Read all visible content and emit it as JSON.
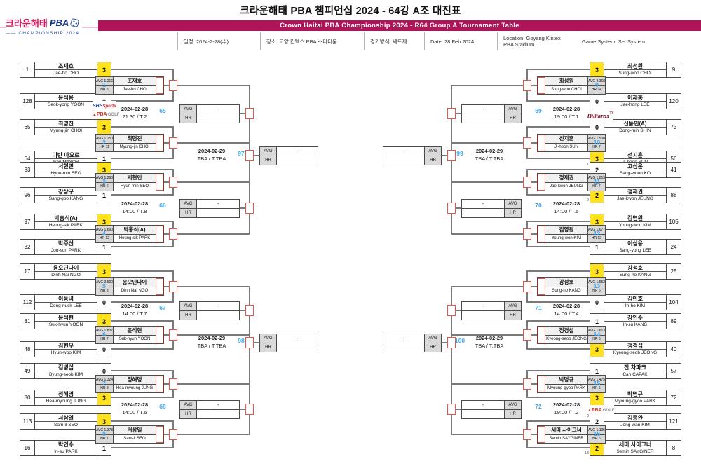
{
  "header": {
    "logo": {
      "brand_kr": "크라운해태",
      "brand_en": "PBA",
      "sub": "CHAMPIONSHIP 2024"
    },
    "title": "크라운해태 PBA 챔피언십 2024 - 64강 A조 대진표",
    "banner": "Crown Haitai PBA Championship 2024 - R64 Group A Tournament Table",
    "info": [
      "일정: 2024-2-28(수)",
      "장소: 고양 킨텍스 PBA 스타디움",
      "경기방식: 세트제",
      "Date: 28 Feb 2024",
      "Location: Goyang Kintex PBA Stadium",
      "Game System: Set System"
    ]
  },
  "logos": {
    "sbs_a": "SBS",
    "sbs_b": "Sports",
    "pba_a": "PBA",
    "pba_b": "GOLF",
    "btv_a": "Billiards",
    "btv_b": "TV"
  },
  "labels": {
    "avg": "AVG",
    "hr": "HR",
    "empty": "-"
  },
  "colors": {
    "accent": "#b01458",
    "winner": "#ffe11c",
    "match_number": "#3fa9f5",
    "connector_red": "#e2574c"
  },
  "round1": [
    {
      "no": "1",
      "p1": {
        "seed": "1",
        "kr": "조재호",
        "en": "Jae-ho CHO",
        "score": "3",
        "win": true
      },
      "p2": {
        "seed": "128",
        "kr": "윤석용",
        "en": "Seok-yong YOON",
        "score": "0",
        "win": false
      }
    },
    {
      "no": "2",
      "p1": {
        "seed": "65",
        "kr": "최명진",
        "en": "Myung-jin CHOI",
        "score": "3",
        "win": true
      },
      "p2": {
        "seed": "64",
        "kr": "이반 마요르",
        "en": "Ivan MAYOR",
        "score": "1",
        "win": false
      }
    },
    {
      "no": "3",
      "p1": {
        "seed": "33",
        "kr": "서현민",
        "en": "Hyun-min SEO",
        "score": "3",
        "win": true
      },
      "p2": {
        "seed": "96",
        "kr": "강상구",
        "en": "Sang-goo KANG",
        "score": "1",
        "win": false
      }
    },
    {
      "no": "4",
      "p1": {
        "seed": "97",
        "kr": "박홍식(A)",
        "en": "Heung-sik PARK",
        "score": "3",
        "win": true
      },
      "p2": {
        "seed": "32",
        "kr": "박주선",
        "en": "Joo-sun PARK",
        "score": "1",
        "win": false
      }
    },
    {
      "no": "5",
      "p1": {
        "seed": "17",
        "kr": "응오딘나이",
        "en": "Dinh Nai NGO",
        "score": "3",
        "win": true
      },
      "p2": {
        "seed": "112",
        "kr": "이동녁",
        "en": "Dong-nuck LEE",
        "score": "0",
        "win": false
      }
    },
    {
      "no": "6",
      "p1": {
        "seed": "81",
        "kr": "윤석현",
        "en": "Suk-hyun YOON",
        "score": "3",
        "win": true
      },
      "p2": {
        "seed": "48",
        "kr": "김현우",
        "en": "Hyun-woo KIM",
        "score": "0",
        "win": false
      }
    },
    {
      "no": "7",
      "p1": {
        "seed": "49",
        "kr": "김병섭",
        "en": "Byung-seob KIM",
        "score": "0",
        "win": false
      },
      "p2": {
        "seed": "80",
        "kr": "정해명",
        "en": "Hea-myoung JUNG",
        "score": "3",
        "win": true
      }
    },
    {
      "no": "8",
      "p1": {
        "seed": "113",
        "kr": "서삼일",
        "en": "Sam-il SEO",
        "score": "3",
        "win": true
      },
      "p2": {
        "seed": "16",
        "kr": "박인수",
        "en": "In-su PARK",
        "score": "1",
        "win": false
      }
    },
    {
      "no": "9",
      "p1": {
        "seed": "9",
        "kr": "최성원",
        "en": "Sung-won CHOI",
        "score": "3",
        "win": true
      },
      "p2": {
        "seed": "120",
        "kr": "이재홍",
        "en": "Jae-hong LEE",
        "score": "0",
        "win": false
      }
    },
    {
      "no": "10",
      "p1": {
        "seed": "73",
        "kr": "신동민(A)",
        "en": "Dong-min SHIN",
        "score": "0",
        "win": false
      },
      "p2": {
        "seed": "56",
        "kr": "선지훈",
        "en": "Ji-hoon SUN",
        "score": "3",
        "win": true
      }
    },
    {
      "no": "11",
      "p1": {
        "seed": "41",
        "kr": "고상운",
        "en": "Sang-woon KO",
        "score": "2",
        "win": false,
        "so": "1"
      },
      "p2": {
        "seed": "88",
        "kr": "정재권",
        "en": "Jae-kwon JEUNG",
        "score": "2",
        "win": true,
        "so": "2"
      }
    },
    {
      "no": "12",
      "p1": {
        "seed": "105",
        "kr": "김영원",
        "en": "Young-won KIM",
        "score": "3",
        "win": true
      },
      "p2": {
        "seed": "24",
        "kr": "이상용",
        "en": "Sang-yong LEE",
        "score": "1",
        "win": false
      }
    },
    {
      "no": "13",
      "p1": {
        "seed": "25",
        "kr": "강성호",
        "en": "Sung-ho KANG",
        "score": "3",
        "win": true
      },
      "p2": {
        "seed": "104",
        "kr": "김인호",
        "en": "In-ho KIM",
        "score": "0",
        "win": false
      }
    },
    {
      "no": "14",
      "p1": {
        "seed": "89",
        "kr": "강인수",
        "en": "In-su KANG",
        "score": "1",
        "win": false
      },
      "p2": {
        "seed": "40",
        "kr": "정경섭",
        "en": "Kyeong-seob JEONG",
        "score": "3",
        "win": true
      }
    },
    {
      "no": "15",
      "p1": {
        "seed": "57",
        "kr": "잔 차파크",
        "en": "Can CAPAK",
        "score": "1",
        "win": false
      },
      "p2": {
        "seed": "72",
        "kr": "박명규",
        "en": "Myoung-gyoo PARK",
        "score": "3",
        "win": true
      }
    },
    {
      "no": "16",
      "p1": {
        "seed": "121",
        "kr": "김종완",
        "en": "Jong-wan KIM",
        "score": "2",
        "win": false,
        "so": "9"
      },
      "p2": {
        "seed": "8",
        "kr": "세미 사이그너",
        "en": "Semih SAYGINER",
        "score": "2",
        "win": true,
        "so": "13"
      }
    }
  ],
  "winners": [
    {
      "avg": "AVG 1.216",
      "hr": "HR 5",
      "kr": "조재호",
      "en": "Jae-ho CHO"
    },
    {
      "avg": "AVG 1.750",
      "hr": "HR 11",
      "kr": "최명진",
      "en": "Myung-jin CHOI"
    },
    {
      "avg": "AVG 1.293",
      "hr": "HR 6",
      "kr": "서현민",
      "en": "Hyun-min SEO"
    },
    {
      "avg": "AVG 1.690",
      "hr": "HR 12",
      "kr": "박홍식(A)",
      "en": "Heung-sik PARK"
    },
    {
      "avg": "AVG 2.500",
      "hr": "HR 8",
      "kr": "응오딘나이",
      "en": "Dinh Nai NGO"
    },
    {
      "avg": "AVG 1.807",
      "hr": "HR 7",
      "kr": "윤석현",
      "en": "Suk-hyun YOON"
    },
    {
      "avg": "AVG 1.324",
      "hr": "HR 8",
      "kr": "정해명",
      "en": "Hea-myoung JUNG"
    },
    {
      "avg": "AVG 1.378",
      "hr": "HR 7",
      "kr": "서삼일",
      "en": "Sam-il SEO"
    },
    {
      "avg": "AVG 2.368",
      "hr": "HR 14",
      "kr": "최성원",
      "en": "Sung-won CHOI"
    },
    {
      "avg": "AVG 1.500",
      "hr": "HR 7",
      "kr": "선지훈",
      "en": "Ji-hoon SUN"
    },
    {
      "avg": "AVG 1.815",
      "hr": "HR 7",
      "kr": "정재권",
      "en": "Jae-kwon JEUNG"
    },
    {
      "avg": "AVG 1.677",
      "hr": "HR 12",
      "kr": "김영원",
      "en": "Young-won KIM"
    },
    {
      "avg": "AVG 1.552",
      "hr": "HR 6",
      "kr": "강성호",
      "en": "Sung-ho KANG"
    },
    {
      "avg": "AVG 1.613",
      "hr": "HR 6",
      "kr": "정경섭",
      "en": "Kyeong-seob JEONG"
    },
    {
      "avg": "AVG 1.475",
      "hr": "HR 6",
      "kr": "박명규",
      "en": "Myoung-gyoo PARK"
    },
    {
      "avg": "AVG 1.195",
      "hr": "HR 6",
      "kr": "세미 사이그너",
      "en": "Semih SAYGINER"
    }
  ],
  "round2": [
    {
      "no": "65",
      "date": "2024-02-28",
      "time": "21:30 / T.2"
    },
    {
      "no": "66",
      "date": "2024-02-28",
      "time": "14:00 / T.8"
    },
    {
      "no": "67",
      "date": "2024-02-28",
      "time": "14:00 / T.7"
    },
    {
      "no": "68",
      "date": "2024-02-28",
      "time": "14:00 / T.6"
    },
    {
      "no": "69",
      "date": "2024-02-28",
      "time": "19:00 / T.1"
    },
    {
      "no": "70",
      "date": "2024-02-28",
      "time": "14:00 / T.5"
    },
    {
      "no": "71",
      "date": "2024-02-28",
      "time": "14:00 / T.4"
    },
    {
      "no": "72",
      "date": "2024-02-28",
      "time": "19:00 / T.2"
    }
  ],
  "round3": [
    {
      "no": "97",
      "date": "2024-02-29",
      "time": "TBA / T.TBA"
    },
    {
      "no": "98",
      "date": "2024-02-29",
      "time": "TBA / T.TBA"
    },
    {
      "no": "99",
      "date": "2024-02-29",
      "time": "TBA / T.TBA"
    },
    {
      "no": "100",
      "date": "2024-02-29",
      "time": "TBA / T.TBA"
    }
  ]
}
